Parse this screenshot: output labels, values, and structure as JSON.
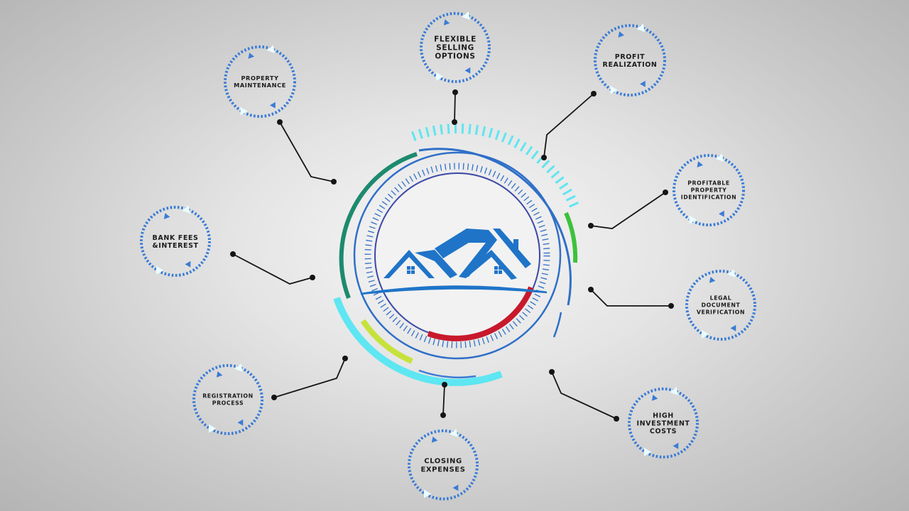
{
  "nodes": [
    {
      "id": "flexible-selling-options",
      "lines": [
        "FLEXIBLE",
        "SELLING",
        "OPTIONS"
      ]
    },
    {
      "id": "profit-realization",
      "lines": [
        "PROFIT",
        "REALIZATION"
      ]
    },
    {
      "id": "profitable-property-identification",
      "lines": [
        "PROFITABLE",
        "PROPERTY",
        "IDENTIFICATION"
      ]
    },
    {
      "id": "legal-document-verification",
      "lines": [
        "LEGAL",
        "DOCUMENT",
        "VERIFICATION"
      ]
    },
    {
      "id": "high-investment-costs",
      "lines": [
        "HIGH",
        "INVESTMENT",
        "COSTS"
      ]
    },
    {
      "id": "closing-expenses",
      "lines": [
        "CLOSING",
        "EXPENSES"
      ]
    },
    {
      "id": "registration-process",
      "lines": [
        "REGISTRATION",
        "PROCESS"
      ]
    },
    {
      "id": "bank-fees-interest",
      "lines": [
        "BANK FEES",
        "&INTEREST"
      ]
    },
    {
      "id": "property-maintenance",
      "lines": [
        "PROPERTY",
        "MAINTENANCE"
      ]
    }
  ],
  "colors": {
    "ring_blue": "#2f6fc8",
    "dash_blue": "#3a7bd5",
    "cyan": "#5ee6f2",
    "teal": "#1d8a6e",
    "green": "#3cc23c",
    "yellow": "#c6e23a",
    "red": "#c8192c",
    "house": "#1f74c8",
    "connector": "#151515"
  },
  "center_icon": "house-roofs-icon"
}
